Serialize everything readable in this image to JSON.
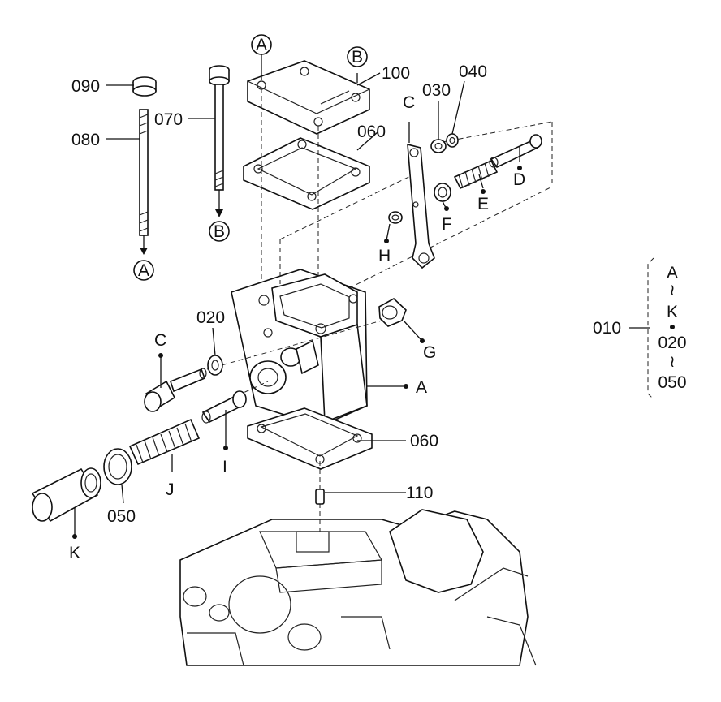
{
  "part_labels": {
    "p010": "010",
    "p020_a": "020",
    "p030": "030",
    "p040": "040",
    "p050_a": "050",
    "p060_a": "060",
    "p060_b": "060",
    "p070": "070",
    "p080": "080",
    "p090": "090",
    "p100": "100",
    "p110": "110"
  },
  "reference_letters": {
    "A_top_left": "A",
    "A_rod_end": "A",
    "A_body": "A",
    "B_top": "B",
    "B_rod_end": "B",
    "C_top": "C",
    "C_left": "C",
    "D": "D",
    "E": "E",
    "F": "F",
    "G": "G",
    "H": "H",
    "I": "I",
    "J": "J",
    "K": "K"
  },
  "kit_legend": {
    "from_letter": "A",
    "tilde_1": "≀",
    "to_letter": "K",
    "from_number": "020",
    "tilde_2": "≀",
    "to_number": "050"
  }
}
